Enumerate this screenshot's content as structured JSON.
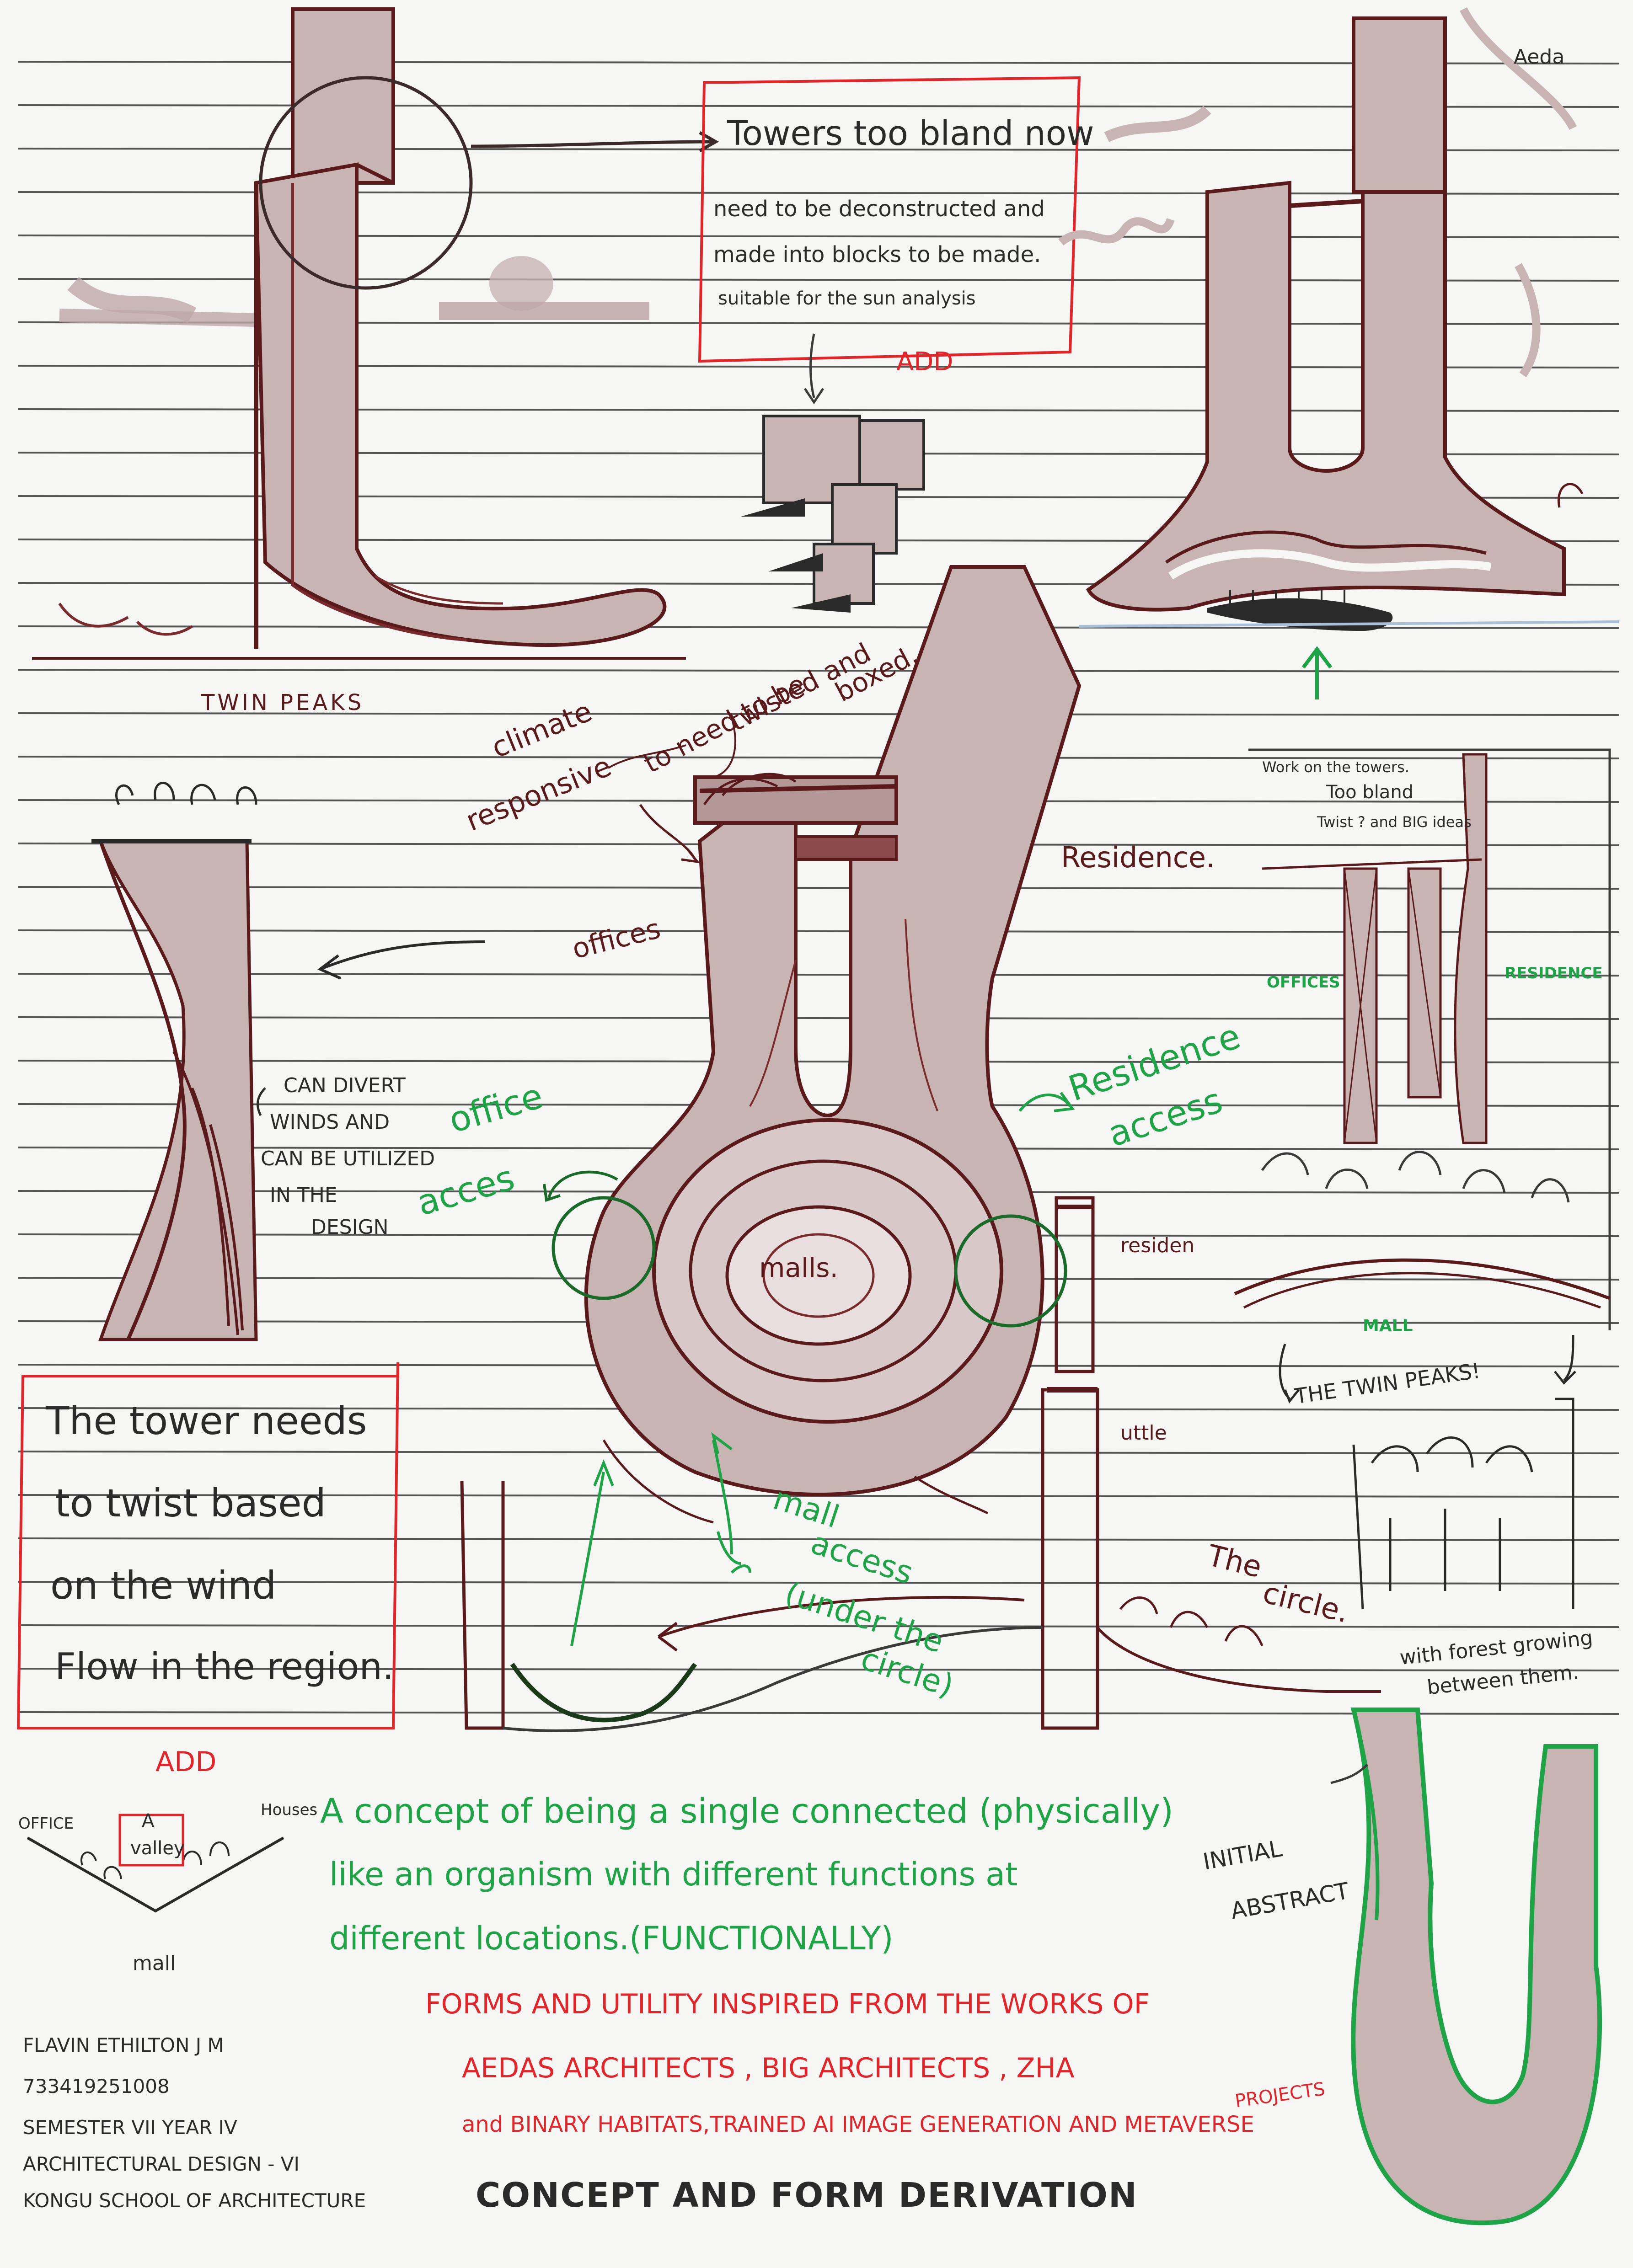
{
  "notes": {
    "top_right_marker": "Aeda",
    "towers_bland": [
      "Towers too bland now",
      "need to be deconstructed and",
      "made into blocks to be made.",
      "suitable for the sun analysis"
    ],
    "add_1": "ADD",
    "twin_peaks_label": "TWIN PEAKS",
    "climate_responsive": [
      "climate",
      "responsive"
    ],
    "to_be_twisted": [
      "to need to be",
      "twisted and",
      "boxed."
    ],
    "offices": "offices",
    "residence": "Residence.",
    "can_divert": [
      "CAN DIVERT",
      "WINDS AND",
      "CAN BE UTILIZED",
      "IN THE",
      "DESIGN"
    ],
    "office_access": [
      "office",
      "acces"
    ],
    "residence_access": [
      "Residence",
      "access"
    ],
    "malls": "malls.",
    "residen": "residen",
    "uttle": "uttle",
    "mall_access": [
      "mall",
      "access",
      "(under the",
      "circle)"
    ],
    "the_circle": [
      "The",
      "circle."
    ],
    "work_on_towers": [
      "Work on the towers.",
      "Too bland",
      "Twist ? and BIG ideas"
    ],
    "offices_label": "OFFICES",
    "residence_label": "RESIDENCE",
    "mall_label": "MALL",
    "the_twin_peaks": "THE TWIN PEAKS!",
    "forest_growing": [
      "with forest growing",
      "between them."
    ],
    "tower_twist": [
      "The tower needs",
      "to twist based",
      "on the wind",
      "Flow in the region."
    ],
    "add_2": "ADD",
    "concept": [
      "A concept of being a single connected (physically)",
      "like an organism with different functions at",
      "different    locations.(FUNCTIONALLY)"
    ],
    "valley_office": "OFFICE",
    "valley_label": [
      "A",
      "valley"
    ],
    "valley_houses": "Houses",
    "valley_mall": "mall",
    "initial_abstract": [
      "INITIAL",
      "ABSTRACT"
    ],
    "inspired": [
      "FORMS AND UTILITY INSPIRED FROM THE WORKS OF",
      "AEDAS ARCHITECTS , BIG ARCHITECTS , ZHA",
      "and BINARY HABITATS,TRAINED AI IMAGE GENERATION AND METAVERSE",
      "PROJECTS"
    ],
    "title": "CONCEPT AND FORM DERIVATION"
  },
  "author": [
    "FLAVIN ETHILTON J M",
    "733419251008",
    "SEMESTER VII YEAR IV",
    "ARCHITECTURAL DESIGN - VI",
    "KONGU SCHOOL OF ARCHITECTURE"
  ],
  "colors": {
    "paper": "#f6f6f4",
    "rule_line": "#2a2a2a",
    "ink_maroon": "#5a1a1c",
    "mass_fill": "#c9b4b4",
    "green_ink": "#1fa347",
    "red_ink": "#e0262b"
  }
}
